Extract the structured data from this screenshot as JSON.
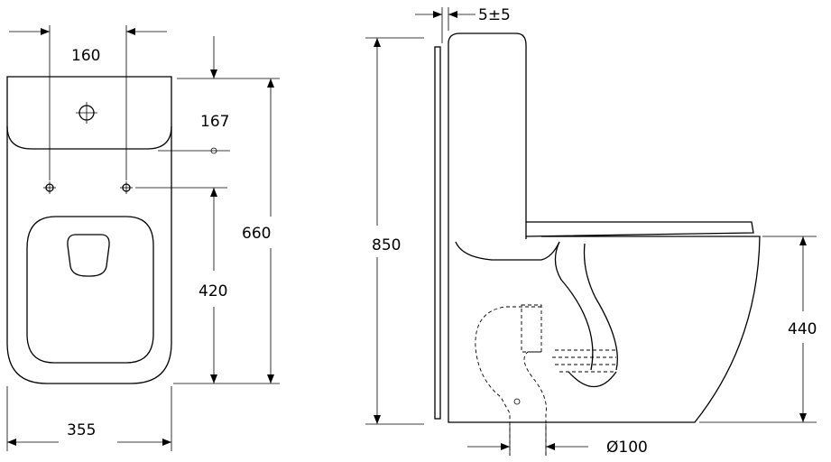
{
  "top_view": {
    "dim_width_top": "160",
    "dim_167": "167",
    "dim_660": "660",
    "dim_420": "420",
    "dim_355": "355"
  },
  "side_view": {
    "dim_wall_gap": "5±5",
    "dim_850": "850",
    "dim_440": "440",
    "dim_outlet": "Ø100"
  }
}
